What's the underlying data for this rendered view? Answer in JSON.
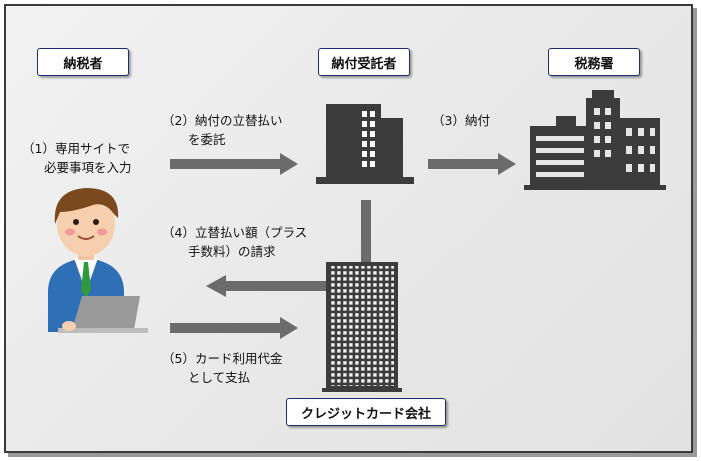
{
  "boxes": {
    "taxpayer": "納税者",
    "payment_agent": "納付受託者",
    "tax_office": "税務署",
    "credit_card_company": "クレジットカード会社"
  },
  "steps": {
    "s1": {
      "line1": "（1）専用サイトで",
      "line2": "必要事項を入力"
    },
    "s2": {
      "line1": "（2）納付の立替払い",
      "line2": "を委託"
    },
    "s3": {
      "line1": "（3）納付"
    },
    "s4": {
      "line1": "（4）立替払い額（プラス",
      "line2": "手数料）の請求"
    },
    "s5": {
      "line1": "（5）カード利用代金",
      "line2": "として支払"
    }
  },
  "colors": {
    "border": "#1f2d6b",
    "arrow": "#6b6b6b",
    "building": "#3c3c3c",
    "suit": "#2f6fb5",
    "tie": "#2f9a3c"
  },
  "icons": [
    "person-with-laptop-icon",
    "office-building-icon",
    "tax-office-buildings-icon",
    "card-company-building-icon"
  ]
}
